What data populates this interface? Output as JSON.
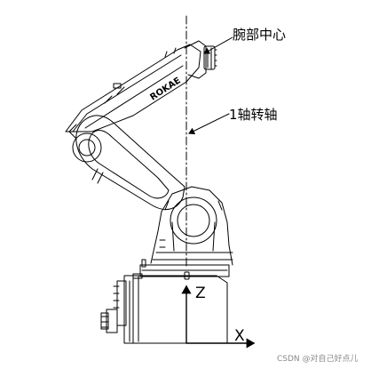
{
  "labels": {
    "wrist_center": "腕部中心",
    "axis1_rotation": "1轴转轴",
    "z_axis": "Z",
    "x_axis": "X",
    "brand": "ROKAE",
    "watermark": "CSDN @对自己好点儿"
  }
}
